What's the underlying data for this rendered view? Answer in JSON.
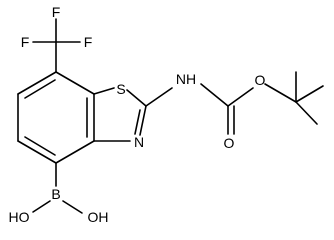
{
  "atoms": {
    "f_top": "F",
    "f_left": "F",
    "f_right": "F",
    "sulfur": "S",
    "nitrogen_ring": "N",
    "nh": "NH",
    "oxygen_ester": "O",
    "oxygen_carbonyl": "O",
    "boron": "B",
    "oh_right": "OH",
    "ho_left": "HO"
  },
  "colors": {
    "bond": "#000000",
    "label": "#000000",
    "background": "#ffffff"
  }
}
